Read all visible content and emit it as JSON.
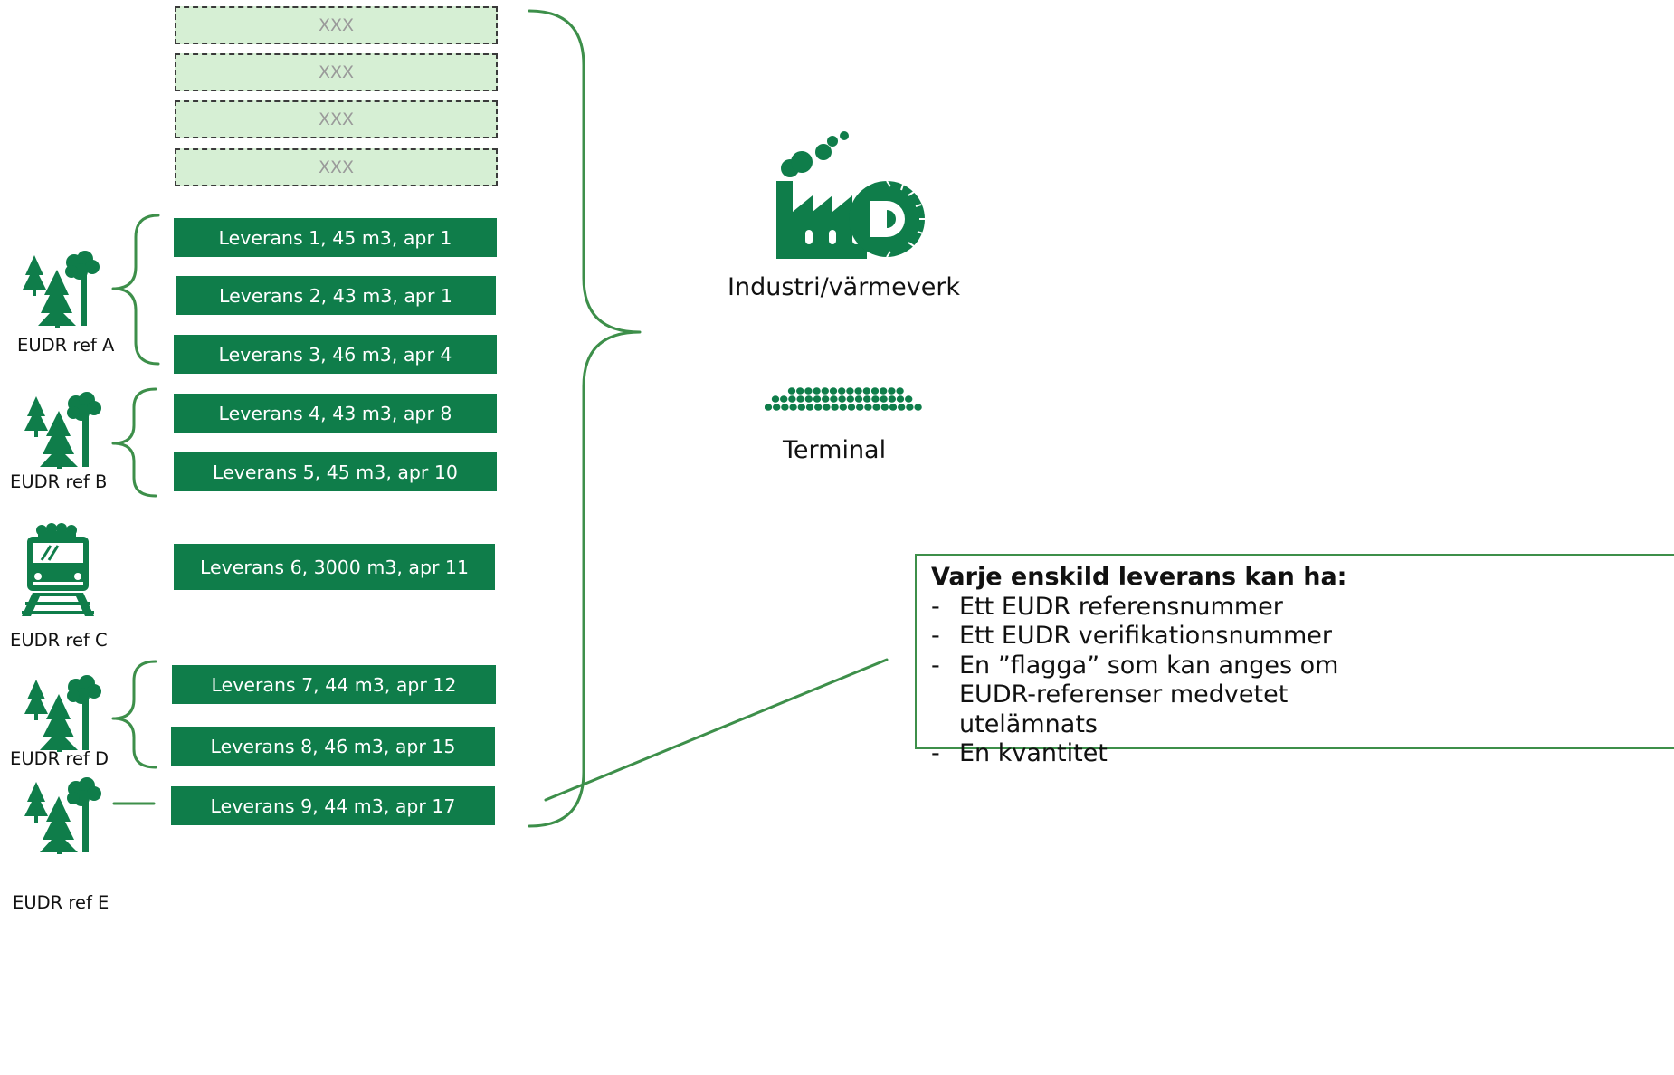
{
  "placeholders": [
    "XXX",
    "XXX",
    "XXX",
    "XXX"
  ],
  "deliveries": [
    "Leverans 1, 45 m3, apr 1",
    "Leverans 2, 43 m3, apr 1",
    "Leverans 3, 46 m3, apr 4",
    "Leverans 4, 43 m3, apr 8",
    "Leverans 5, 45 m3, apr 10",
    "Leverans 6, 3000 m3, apr 11",
    "Leverans 7, 44 m3, apr 12",
    "Leverans 8, 46 m3, apr 15",
    "Leverans 9, 44 m3, apr 17"
  ],
  "sources": [
    {
      "label": "EUDR ref A",
      "icon": "forest-icon"
    },
    {
      "label": "EUDR ref B",
      "icon": "forest-icon"
    },
    {
      "label": "EUDR ref C",
      "icon": "train-icon"
    },
    {
      "label": "EUDR ref D",
      "icon": "forest-icon"
    },
    {
      "label": "EUDR ref E",
      "icon": "forest-icon"
    }
  ],
  "destinations": {
    "industry": {
      "label": "Industri/värmeverk",
      "icon": "factory-sawmill-icon"
    },
    "terminal": {
      "label": "Terminal",
      "icon": "log-pile-icon"
    }
  },
  "info": {
    "title": "Varje enskild leverans kan ha:",
    "items": [
      "Ett EUDR referensnummer",
      "Ett EUDR verifikationsnummer",
      "En ”flagga” som kan anges om EUDR-referenser medvetet utelämnats",
      "En kvantitet"
    ],
    "bullet": "-"
  },
  "colors": {
    "box_fill": "#0f7d4a",
    "placeholder_fill": "#d6efd4",
    "bracket_line": "#3d8f4a",
    "icon": "#0f7d4a"
  }
}
